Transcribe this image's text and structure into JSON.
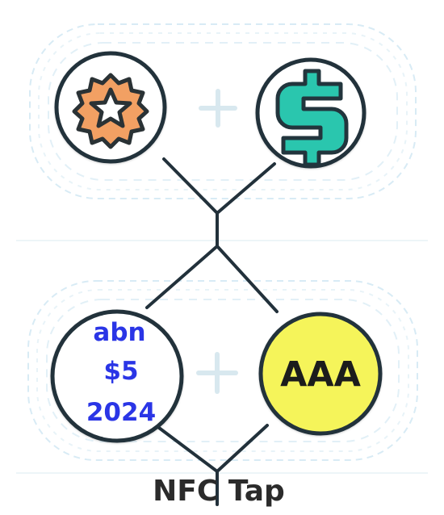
{
  "diagram": {
    "top_left_icon": "star-badge-icon",
    "top_right_icon": "dollar-sign-icon",
    "bottom_left_lines": [
      "abn",
      "$5",
      "2024"
    ],
    "bottom_right_label": "AAA",
    "bottom_label": "NFC Tap",
    "operator_symbol": "+",
    "colors": {
      "stroke": "#1f2d36",
      "badge_fill": "#f2a064",
      "dollar_fill": "#2bc6ae",
      "bottom_left_text": "#2a36e6",
      "bottom_right_fill": "#f5f45a",
      "dashed_border": "#cfe6f2",
      "plus": "#d7e8ef"
    }
  }
}
